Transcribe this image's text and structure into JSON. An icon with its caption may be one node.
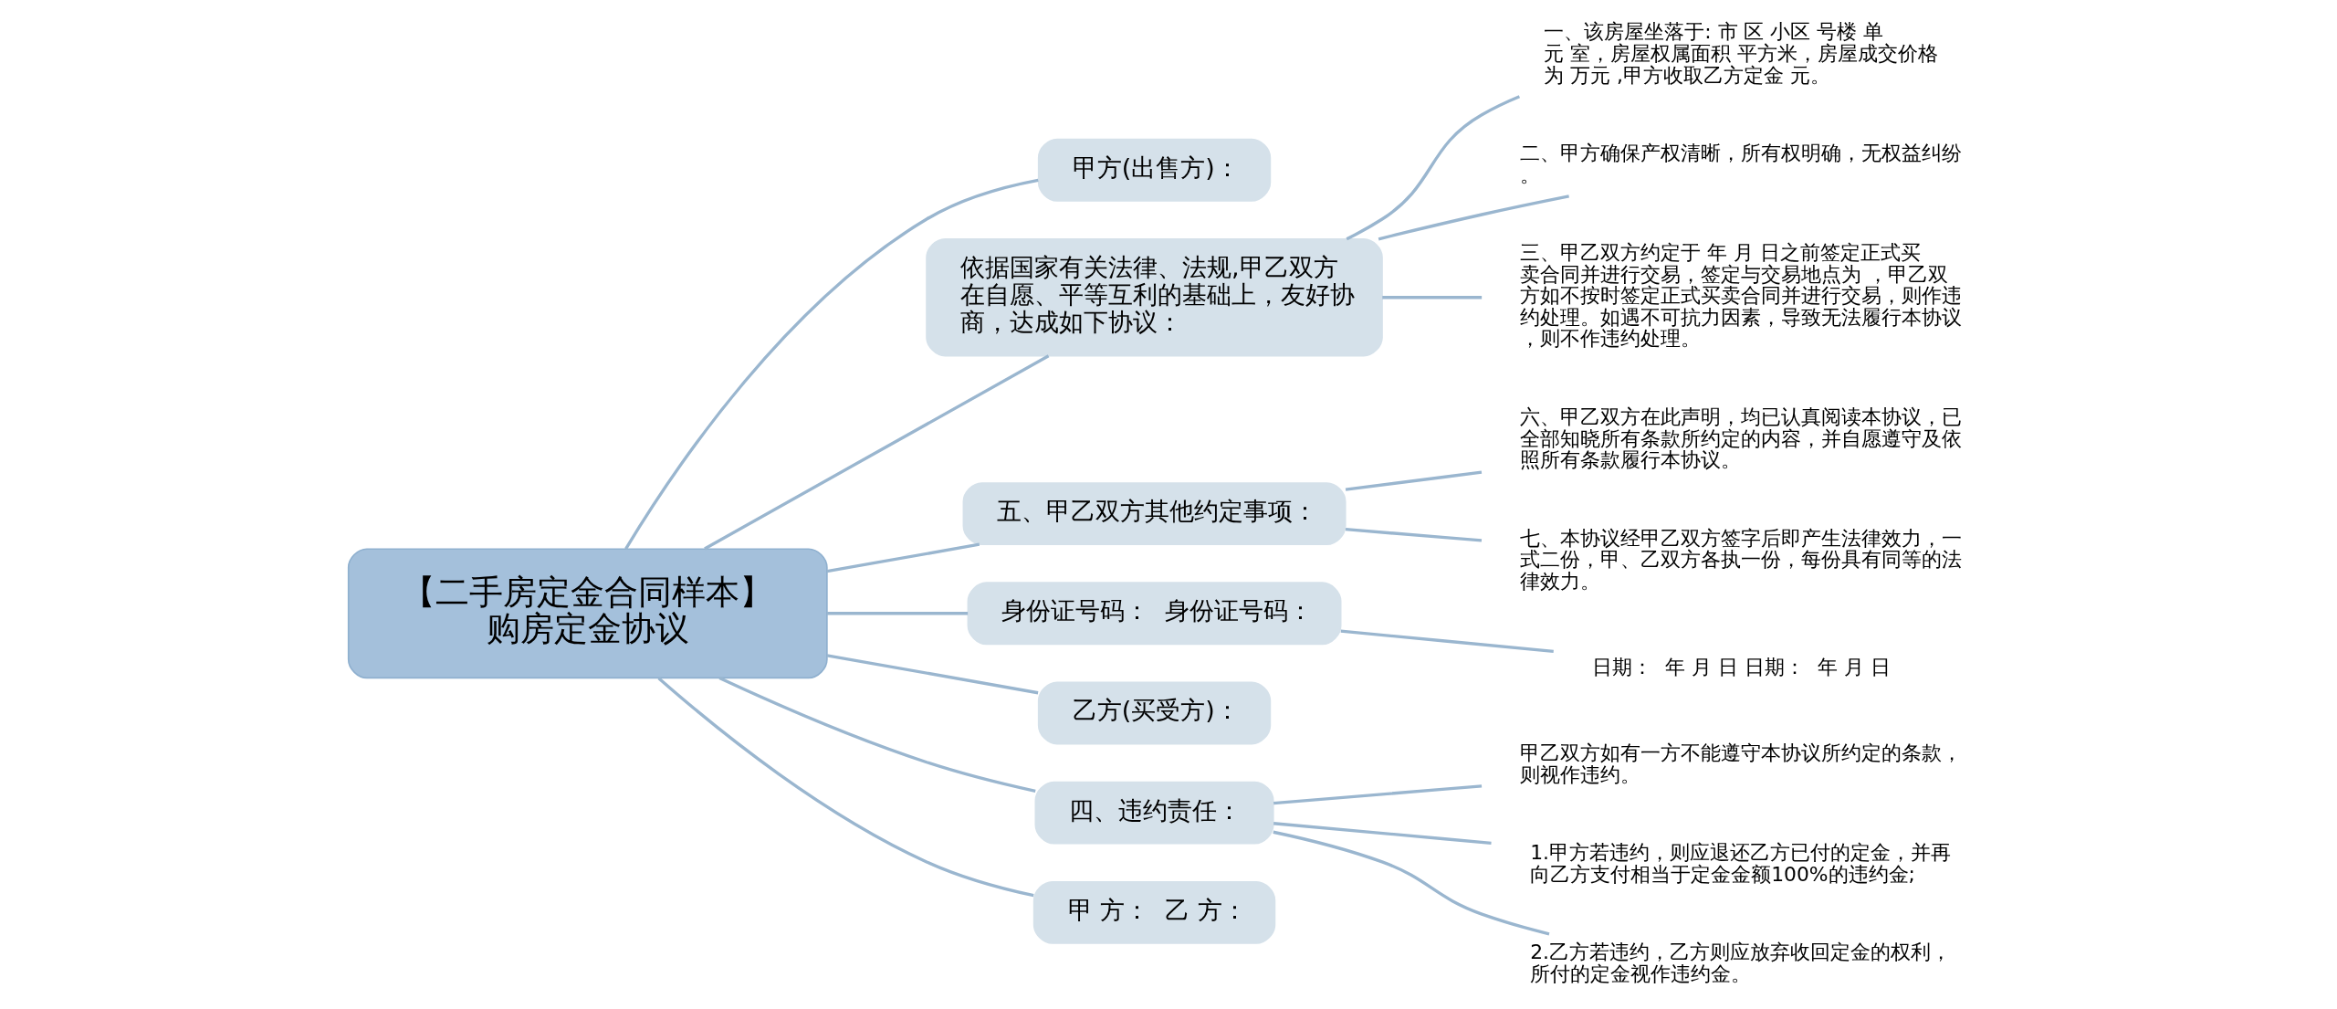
{
  "diagram": {
    "nodes": [
      {
        "text": [
          "【二手房定金合同样本】购房定金协议"
        ]
      },
      {
        "text": [
          "甲方(出售方)："
        ]
      },
      {
        "text": [
          "依据国家有关法律、法规,甲乙双方在自愿、平等互利的基础上，友好协商，达成如下协议："
        ]
      },
      {
        "text": [
          "一、该房屋坐落于: 市 区 小区 号楼 单元 室，房屋权属面积 平方米，房屋成交价格为 万元 ,甲方收取乙方定金 元。"
        ]
      },
      {
        "text": [
          "二、甲方确保产权清晰，所有权明确，无权益纠纷。"
        ]
      },
      {
        "text": [
          "三、甲乙双方约定于 年 月 日之前签定正式买卖合同并进行交易，签定与交易地点为 ，甲乙双方如不按时签定正式买卖合同并进行交易，则作违约处理。如遇不可抗力因素，导致无法履行本协议，则不作违约处理。"
        ]
      },
      {
        "text": [
          "五、甲乙双方其他约定事项："
        ]
      },
      {
        "text": [
          "六、甲乙双方在此声明，均已认真阅读本协议，已全部知晓所有条款所约定的内容，并自愿遵守及依照所有条款履行本协议。"
        ]
      },
      {
        "text": [
          "七、本协议经甲乙双方签字后即产生法律效力，一式二份，甲、乙双方各执一份，每份具有同等的法律效力。"
        ]
      },
      {
        "text": [
          "身份证号码：  身份证号码："
        ]
      },
      {
        "text": [
          "日期：  年 月 日 日期：  年 月 日"
        ]
      },
      {
        "text": [
          "乙方(买受方)："
        ]
      },
      {
        "text": [
          "四、违约责任："
        ]
      },
      {
        "text": [
          "甲乙双方如有一方不能遵守本协议所约定的条款，则视作违约。"
        ]
      },
      {
        "text": [
          "1.甲方若违约，则应退还乙方已付的定金，并再向乙方支付相当于定金金额100%的违约金;"
        ]
      },
      {
        "text": [
          "2.乙方若违约，乙方则应放弃收回定金的权利，所付的定金视作违约金。"
        ]
      },
      {
        "text": [
          "甲 方：  乙 方："
        ]
      }
    ],
    "edges": [
      {
        "from": 0,
        "to": 1,
        "arrow": "none"
      },
      {
        "from": 0,
        "to": 2,
        "arrow": "none"
      },
      {
        "from": 2,
        "to": 3,
        "arrow": "none"
      },
      {
        "from": 2,
        "to": 4,
        "arrow": "none"
      },
      {
        "from": 2,
        "to": 5,
        "arrow": "none"
      },
      {
        "from": 0,
        "to": 6,
        "arrow": "none"
      },
      {
        "from": 6,
        "to": 7,
        "arrow": "none"
      },
      {
        "from": 6,
        "to": 8,
        "arrow": "none"
      },
      {
        "from": 0,
        "to": 9,
        "arrow": "none"
      },
      {
        "from": 9,
        "to": 10,
        "arrow": "none"
      },
      {
        "from": 0,
        "to": 11,
        "arrow": "none"
      },
      {
        "from": 0,
        "to": 12,
        "arrow": "none"
      },
      {
        "from": 12,
        "to": 13,
        "arrow": "none"
      },
      {
        "from": 12,
        "to": 14,
        "arrow": "none"
      },
      {
        "from": 12,
        "to": 15,
        "arrow": "none"
      },
      {
        "from": 0,
        "to": 16,
        "arrow": "none"
      }
    ]
  }
}
